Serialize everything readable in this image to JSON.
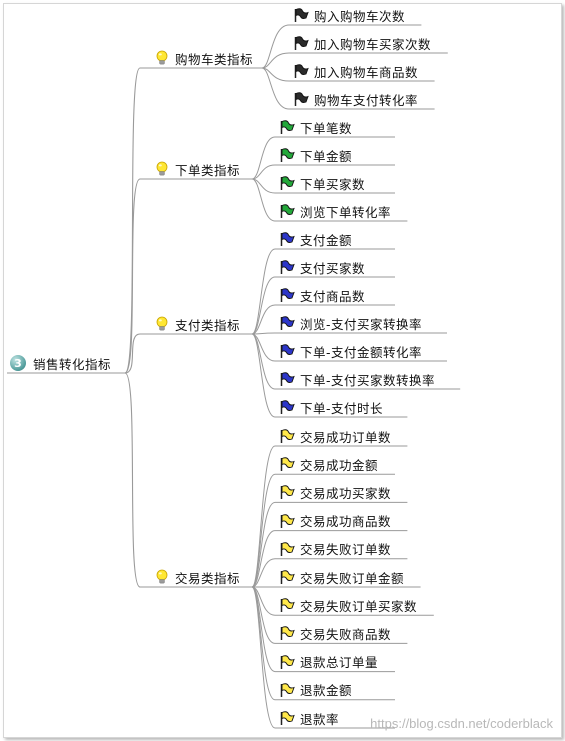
{
  "root": {
    "number": "3",
    "label": "销售转化指标"
  },
  "branches": [
    {
      "label": "购物车类指标",
      "flag_color": "#2b2b2b",
      "items": [
        "购入购物车次数",
        "加入购物车买家次数",
        "加入购物车商品数",
        "购物车支付转化率"
      ]
    },
    {
      "label": "下单类指标",
      "flag_color": "#23a83a",
      "items": [
        "下单笔数",
        "下单金额",
        "下单买家数",
        "浏览下单转化率"
      ]
    },
    {
      "label": "支付类指标",
      "flag_color": "#2c36c9",
      "items": [
        "支付金额",
        "支付买家数",
        "支付商品数",
        "浏览-支付买家转换率",
        "下单-支付金额转化率",
        "下单-支付买家数转换率",
        "下单-支付时长"
      ]
    },
    {
      "label": "交易类指标",
      "flag_color": "#ffe84a",
      "items": [
        "交易成功订单数",
        "交易成功金额",
        "交易成功买家数",
        "交易成功商品数",
        "交易失败订单数",
        "交易失败订单金额",
        "交易失败订单买家数",
        "交易失败商品数",
        "退款总订单量",
        "退款金额",
        "退款率"
      ]
    }
  ],
  "watermark": "https://blog.csdn.net/coderblack"
}
